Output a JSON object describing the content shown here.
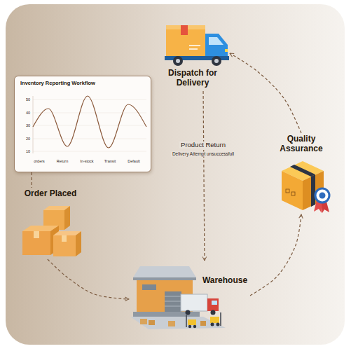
{
  "diagram": {
    "nodes": [
      {
        "text": [
          "Dispatch for Delivery"
        ]
      },
      {
        "text": [
          "Inventory Reporting Workflow"
        ]
      },
      {
        "text": [
          "Quality Assurance"
        ]
      },
      {
        "text": [
          "Order Placed"
        ]
      },
      {
        "text": [
          "Warehouse"
        ]
      }
    ],
    "edges": [
      {
        "from": 1,
        "to": 3,
        "arrow": "none"
      },
      {
        "from": 3,
        "to": 4,
        "arrow": "to"
      },
      {
        "from": 4,
        "to": 2,
        "arrow": "to"
      },
      {
        "from": 2,
        "to": 0,
        "arrow": "to"
      },
      {
        "from": 0,
        "to": 4,
        "label": "Product Return",
        "arrow": "to"
      }
    ],
    "labels": [
      "Delivery Attempt unsuccessfull",
      "50",
      "40",
      "30",
      "20",
      "10",
      "orders",
      "Return",
      "In-stock",
      "Transit",
      "Default"
    ]
  }
}
